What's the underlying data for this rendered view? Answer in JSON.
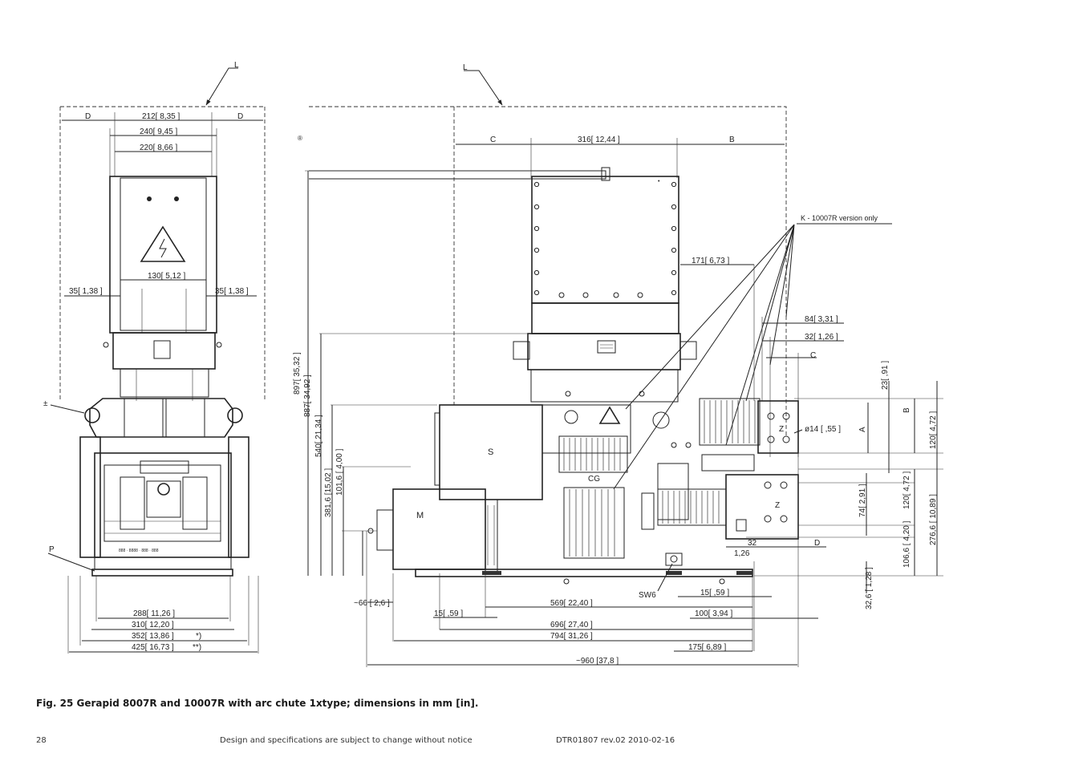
{
  "caption": "Fig. 25  Gerapid 8007R and 10007R with arc chute 1xtype; dimensions in mm [in].",
  "footer": {
    "page_number": "28",
    "note": "Design and specifications are subject to change without notice",
    "doc_ref": "DTR01807 rev.02    2010-02-16"
  },
  "drawing": {
    "front": {
      "L": "L",
      "D_left": "D",
      "D_right": "D",
      "w212": "212[ 8,35 ]",
      "w240": "240[ 9,45 ]",
      "w220": "220[ 8,66 ]",
      "w130": "130[ 5,12 ]",
      "w35l": "35[ 1,38 ]",
      "w35r": "35[ 1,38 ]",
      "w288": "288[ 11,26 ]",
      "w310": "310[ 12,20 ]",
      "w352": "352[ 13,86 ]",
      "w425": "425[ 16,73 ]",
      "star1": "*)",
      "star2": "**)",
      "P": "P"
    },
    "side": {
      "L": "L",
      "C": "C",
      "B": "B",
      "w316": "316[ 12,44 ]",
      "K": "K - 10007R version only",
      "d171": "171[ 6,73 ]",
      "d84": "84[ 3,31 ]",
      "d32a": "32[ 1,26 ]",
      "C2": "C",
      "h897": "897[ 35,32 ]",
      "h887": "887[ 34,92 ]",
      "h540": "540[ 21,34 ]",
      "h381": "381,6 [15,02 ]",
      "h101": "101,6 [ 4,00 ]",
      "S": "S",
      "M": "M",
      "CG": "CG",
      "SW6": "SW6",
      "d23": "23[ ,91 ]",
      "B2": "B",
      "A": "A",
      "d120a": "120[ 4,72 ]",
      "Z1": "Z",
      "hole": "ø14 [ ,55 ]",
      "Z2": "Z",
      "d74": "74[ 2,91 ]",
      "d120b": "120[ 4,72 ]",
      "d276": "276,6 [ 10,89 ]",
      "d32b": "32",
      "d126": "1,26",
      "D": "D",
      "d106": "106,6 [ 4,20 ]",
      "d32c": "32,6 [ 1,28 ]",
      "d66": "~66 [ 2,6 ]",
      "d15a": "15[ ,59 ]",
      "d569": "569[ 22,40 ]",
      "d15b": "15[ ,59 ]",
      "d100": "100[ 3,94 ]",
      "d696": "696[ 27,40 ]",
      "d794": "794[ 31,26 ]",
      "d175": "175[ 6,89 ]",
      "d960": "~960 [37,8 ]"
    }
  }
}
